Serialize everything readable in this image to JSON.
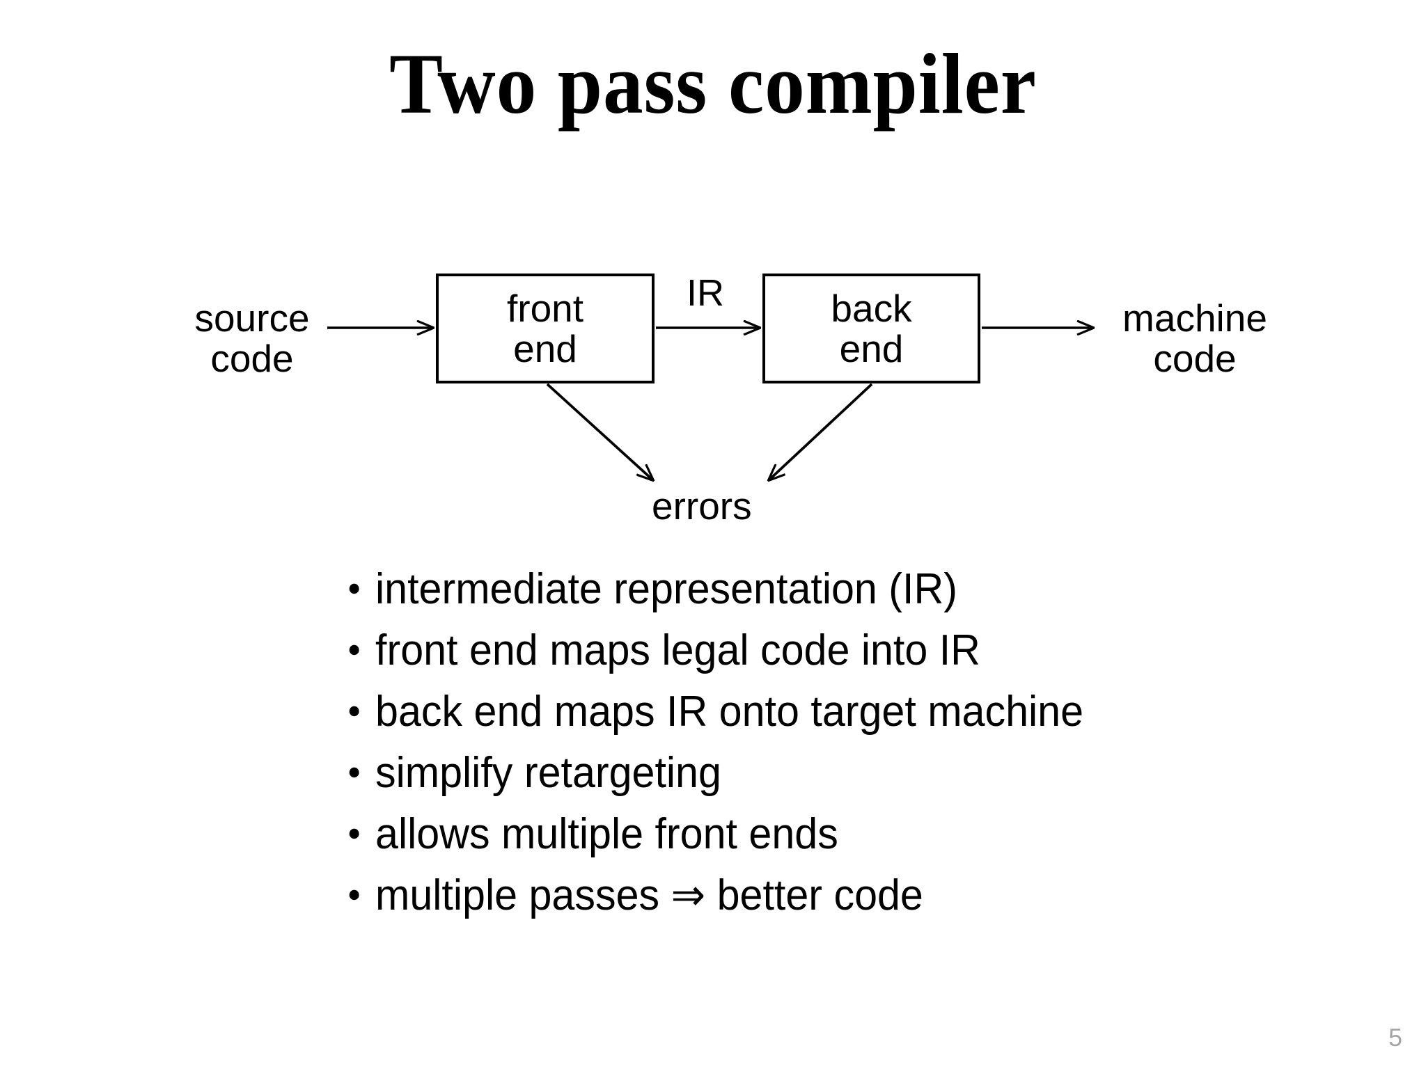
{
  "slide": {
    "title": "Two pass compiler",
    "page_number": "5",
    "background_color": "#ffffff",
    "text_color": "#000000",
    "page_number_color": "#a6a6a6"
  },
  "diagram": {
    "type": "flow",
    "nodes": {
      "source_code_line1": "source",
      "source_code_line2": "code",
      "front_end_line1": "front",
      "front_end_line2": "end",
      "ir_label": "IR",
      "back_end_line1": "back",
      "back_end_line2": "end",
      "machine_code_line1": "machine",
      "machine_code_line2": "code",
      "errors_label": "errors"
    },
    "edges": [
      {
        "from": "source code",
        "to": "front end",
        "label": ""
      },
      {
        "from": "front end",
        "to": "back end",
        "label": "IR"
      },
      {
        "from": "back end",
        "to": "machine code",
        "label": ""
      },
      {
        "from": "front end",
        "to": "errors",
        "label": ""
      },
      {
        "from": "back end",
        "to": "errors",
        "label": ""
      }
    ]
  },
  "bullets": [
    {
      "text": "intermediate representation (IR)"
    },
    {
      "text": "front end maps legal code into IR"
    },
    {
      "text": "back end maps IR onto target machine"
    },
    {
      "text": "simplify retargeting"
    },
    {
      "text": "allows multiple front ends"
    },
    {
      "text": "multiple passes ⇒ better code"
    }
  ]
}
